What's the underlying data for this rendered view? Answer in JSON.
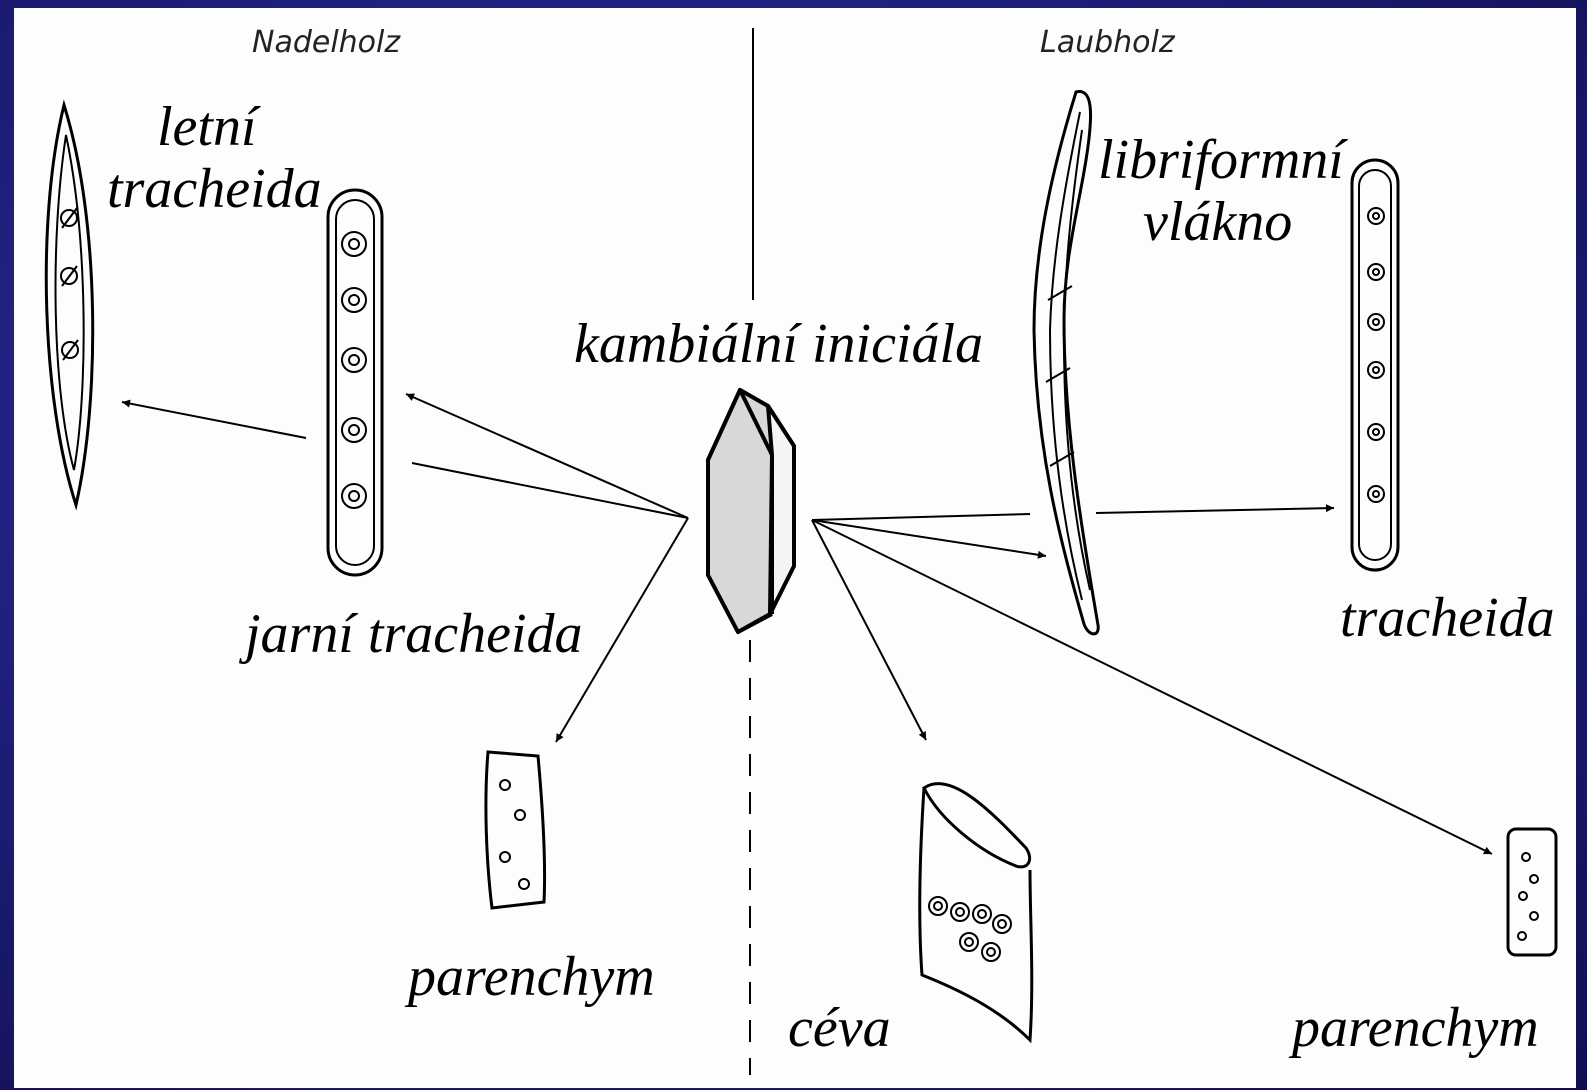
{
  "headers": {
    "left": "Nadelholz",
    "right": "Laubholz"
  },
  "labels": {
    "letni_line1": "letní",
    "letni_line2": "tracheida",
    "jarni": "jarní tracheida",
    "kambialni": "kambiální iniciála",
    "libriformni_line1": "libriformní",
    "libriformni_line2": "vlákno",
    "tracheida": "tracheida",
    "parenchym_left": "parenchym",
    "ceva": "céva",
    "parenchym_right": "parenchym"
  },
  "colors": {
    "background": "#1e1e7a",
    "panel": "#fdfdfd",
    "ink": "#000000",
    "cambium_fill": "#d8d8d8"
  }
}
